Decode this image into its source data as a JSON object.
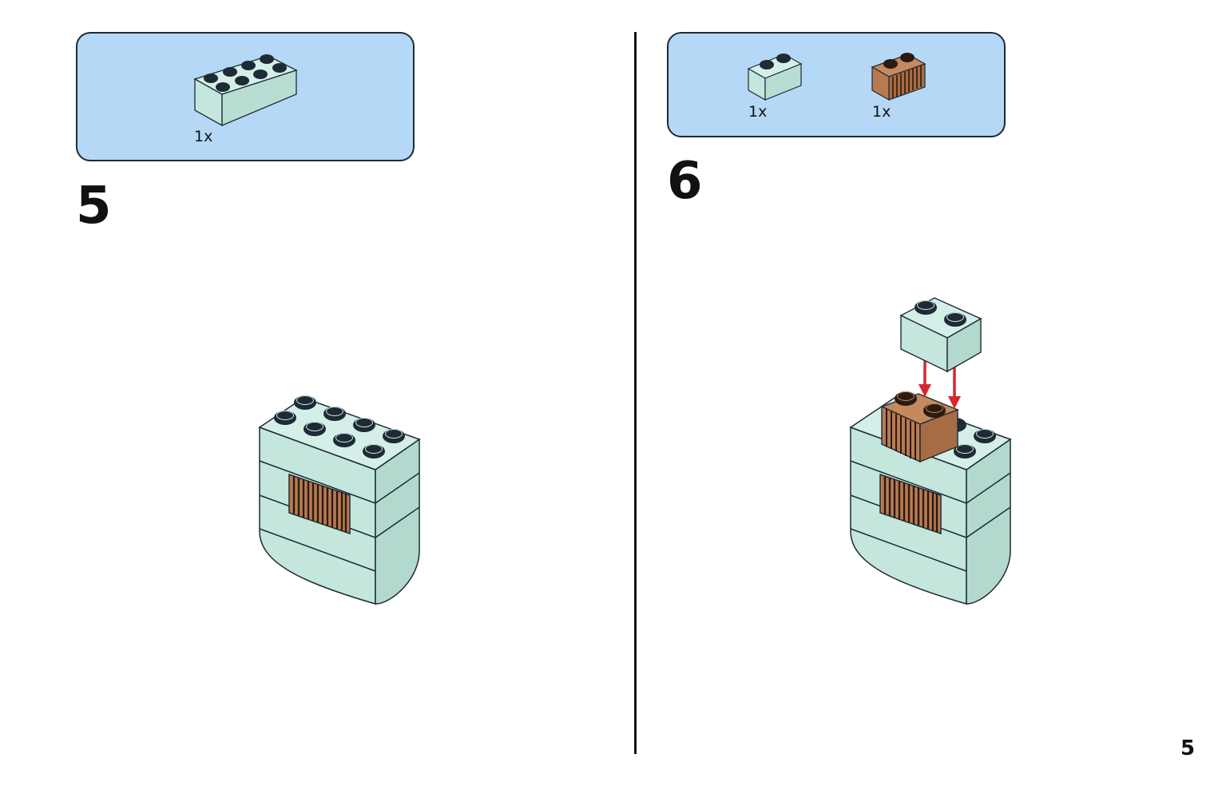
{
  "step5": {
    "number": "5",
    "parts": [
      {
        "name": "brick-2x4-light-aqua",
        "quantity": "1x"
      }
    ]
  },
  "step6": {
    "number": "6",
    "parts": [
      {
        "name": "brick-1x2-light-aqua",
        "quantity": "1x"
      },
      {
        "name": "brick-1x2-grille-brown",
        "quantity": "1x"
      }
    ]
  },
  "page": {
    "number": "5"
  },
  "colors": {
    "parts_box": "#b4d8f5",
    "aqua_brick": "#c4e6dd",
    "brown_brick": "#b87b50",
    "arrow": "#d62731"
  }
}
